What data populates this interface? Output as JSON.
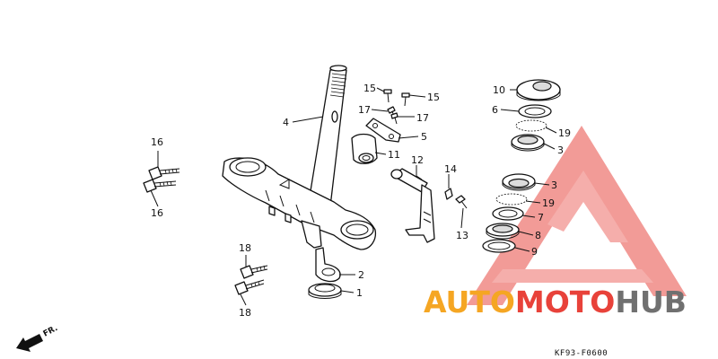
{
  "callouts": [
    {
      "id": "c1",
      "label": "1"
    },
    {
      "id": "c2",
      "label": "2"
    },
    {
      "id": "c3a",
      "label": "3"
    },
    {
      "id": "c3b",
      "label": "3"
    },
    {
      "id": "c4",
      "label": "4"
    },
    {
      "id": "c5",
      "label": "5"
    },
    {
      "id": "c6",
      "label": "6"
    },
    {
      "id": "c7",
      "label": "7"
    },
    {
      "id": "c8",
      "label": "8"
    },
    {
      "id": "c9",
      "label": "9"
    },
    {
      "id": "c10",
      "label": "10"
    },
    {
      "id": "c11",
      "label": "11"
    },
    {
      "id": "c12",
      "label": "12"
    },
    {
      "id": "c13",
      "label": "13"
    },
    {
      "id": "c14",
      "label": "14"
    },
    {
      "id": "c15a",
      "label": "15"
    },
    {
      "id": "c15b",
      "label": "15"
    },
    {
      "id": "c16a",
      "label": "16"
    },
    {
      "id": "c16b",
      "label": "16"
    },
    {
      "id": "c17a",
      "label": "17"
    },
    {
      "id": "c17b",
      "label": "17"
    },
    {
      "id": "c18a",
      "label": "18"
    },
    {
      "id": "c18b",
      "label": "18"
    },
    {
      "id": "c19a",
      "label": "19"
    },
    {
      "id": "c19b",
      "label": "19"
    }
  ],
  "direction_label": "FR.",
  "diagram_code": "KF93-F0600",
  "watermark": {
    "part1": "AUTO",
    "part2": "MOTO",
    "part3": "HUB",
    "colors": {
      "orange": "#f5a623",
      "red": "#e8423a",
      "gray": "#707070",
      "triangle": "#f08080"
    }
  }
}
